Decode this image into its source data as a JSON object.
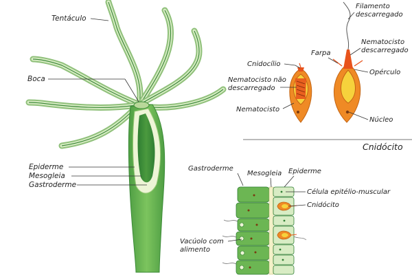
{
  "hydra": {
    "labels": {
      "tentacle": "Tentáculo",
      "mouth": "Boca",
      "epidermis": "Epiderme",
      "mesoglea": "Mesogleia",
      "gastrodermis": "Gastroderme"
    }
  },
  "cnidocyte_panel": {
    "title": "Cnidócito",
    "labels": {
      "discharged_filament_line1": "Filamento",
      "discharged_filament_line2": "descarregado",
      "discharged_nematocyst_line1": "Nematocisto",
      "discharged_nematocyst_line2": "descarregado",
      "barb": "Farpa",
      "cnidocil": "Cnidocílio",
      "undischarged_nematocyst_line1": "Nematocisto não",
      "undischarged_nematocyst_line2": "descarregado",
      "operculum": "Opérculo",
      "nematocyst": "Nematocisto",
      "nucleus": "Núcleo"
    }
  },
  "tissue_panel": {
    "labels": {
      "gastrodermis": "Gastroderme",
      "mesoglea": "Mesogleia",
      "epidermis": "Epiderme",
      "epitheliomuscular_cell": "Célula epitélio-muscular",
      "cnidocyte": "Cnidócito",
      "food_vacuole_line1": "Vacúolo com",
      "food_vacuole_line2": "alimento"
    }
  },
  "colors": {
    "body_green": "#5aac4c",
    "dark_green": "#2f7e33",
    "light_green": "#c9e4a8",
    "cream": "#eef5d6",
    "orange": "#ef8a25",
    "red_orange": "#e8531c",
    "yellow": "#f6d23c"
  }
}
